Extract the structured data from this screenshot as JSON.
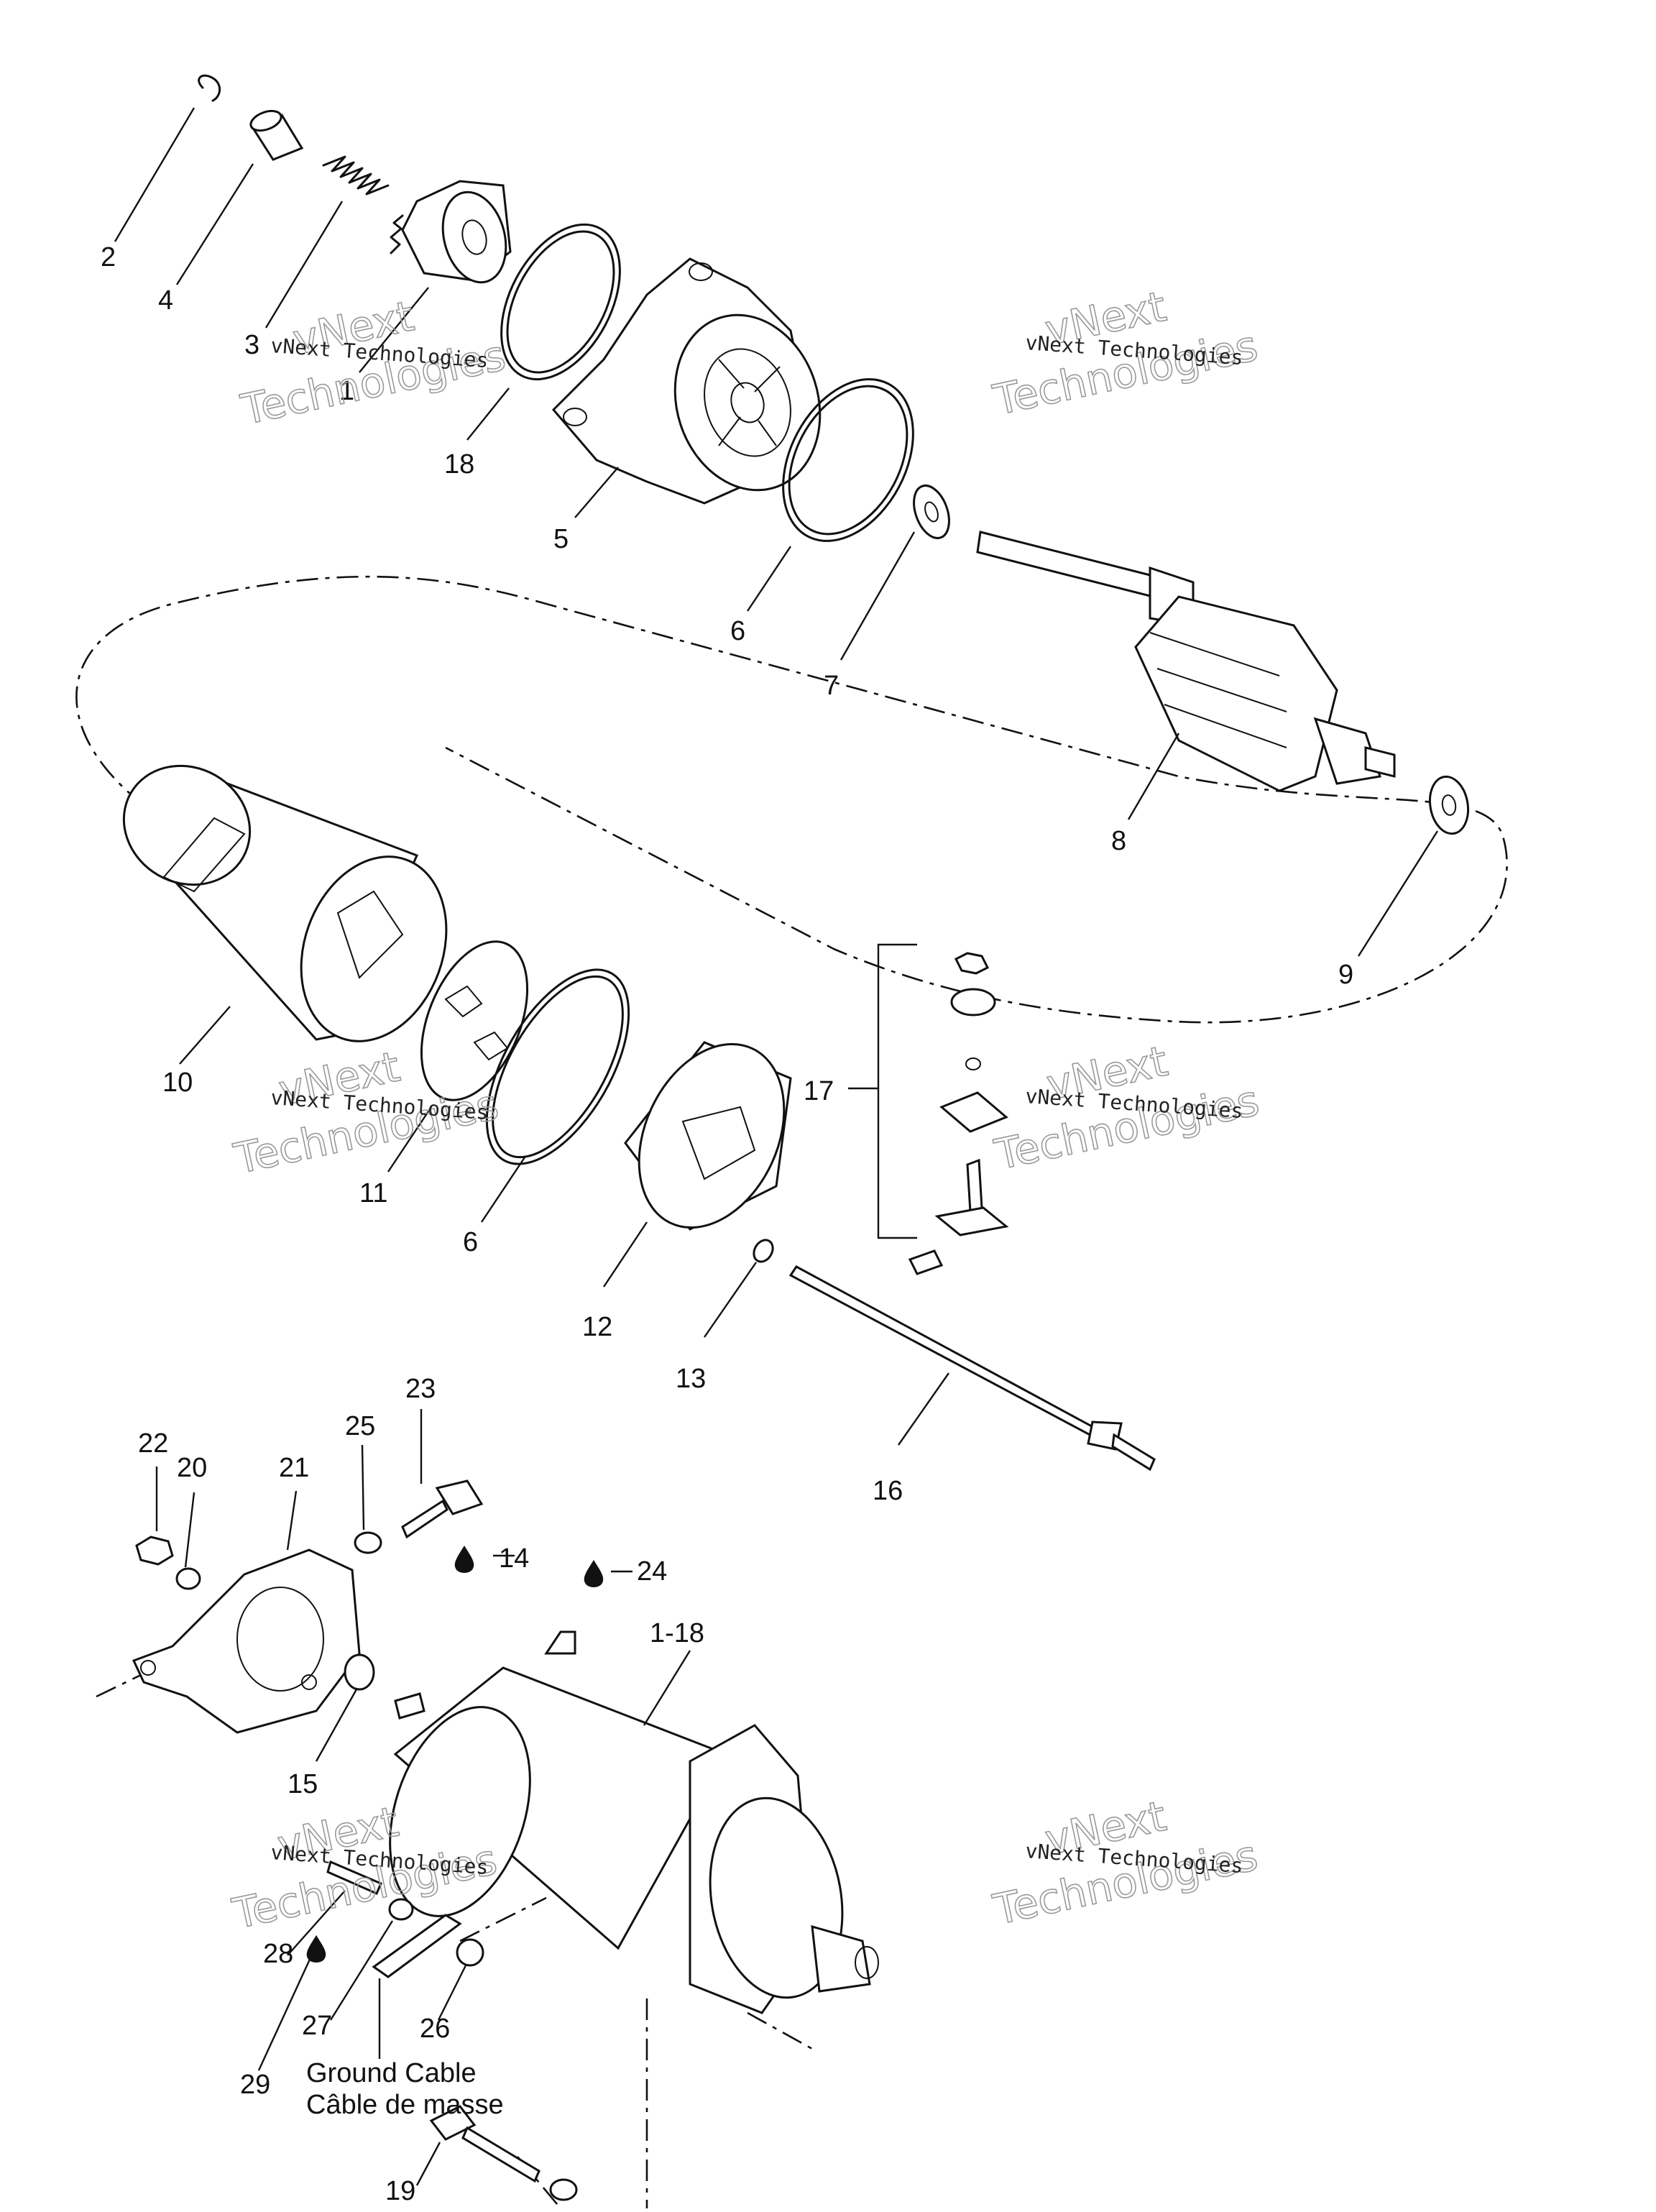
{
  "callouts": {
    "c1": "1",
    "c2": "2",
    "c3": "3",
    "c4": "4",
    "c5": "5",
    "c6a": "6",
    "c6b": "6",
    "c7": "7",
    "c8": "8",
    "c9": "9",
    "c10": "10",
    "c11": "11",
    "c12": "12",
    "c13": "13",
    "c14": "14",
    "c15": "15",
    "c16": "16",
    "c17": "17",
    "c18": "18",
    "c19": "19",
    "c20": "20",
    "c21": "21",
    "c22": "22",
    "c23": "23",
    "c24": "24",
    "c25": "25",
    "c26": "26",
    "c27": "27",
    "c28": "28",
    "c29": "29",
    "c118": "1-18"
  },
  "labels": {
    "ground_cable_en": "Ground Cable",
    "ground_cable_fr": "Câble de masse"
  },
  "watermark": {
    "line1": "vNext",
    "line2": "Technologies",
    "small": "vNext Technologies"
  },
  "icons": {
    "lubricant": "oil-drop-icon"
  }
}
